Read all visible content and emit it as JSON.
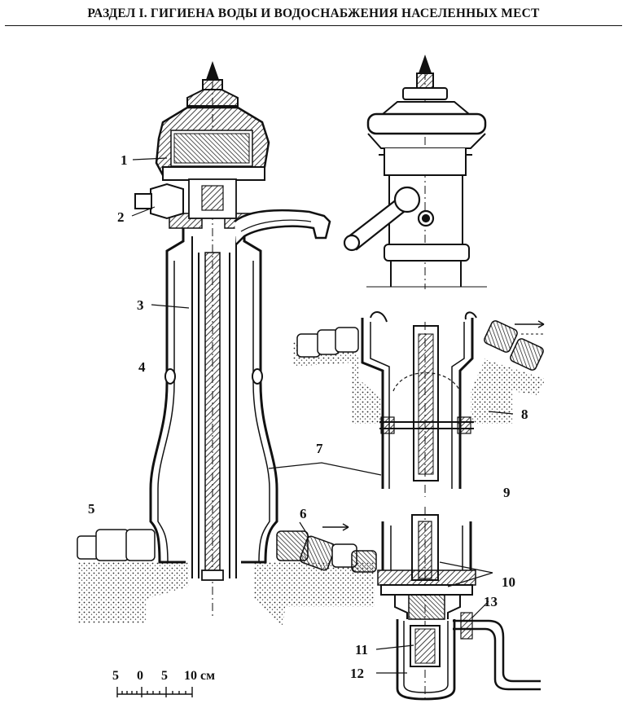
{
  "header": {
    "title": "РАЗДЕЛ I. ГИГИЕНА ВОДЫ И ВОДОСНАБЖЕНИЯ НАСЕЛЕННЫХ МЕСТ"
  },
  "callouts": [
    "1",
    "2",
    "3",
    "4",
    "5",
    "6",
    "7",
    "8",
    "9",
    "10",
    "11",
    "12",
    "13"
  ],
  "scale_bar": {
    "ticks": [
      "5",
      "0",
      "5",
      "10 см"
    ]
  }
}
